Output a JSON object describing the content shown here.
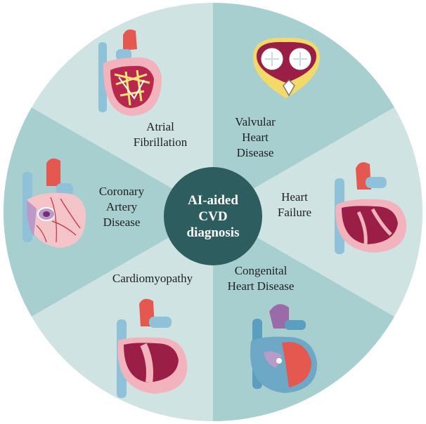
{
  "center": {
    "lines": [
      "AI-aided",
      "CVD",
      "diagnosis"
    ],
    "color": "#2d5d5e"
  },
  "segments": [
    {
      "id": "atrial-fibrillation",
      "lines": [
        "Atrial",
        "Fibrillation"
      ],
      "icon": "heart-atrial-fibrillation-icon"
    },
    {
      "id": "valvular-heart-disease",
      "lines": [
        "Valvular",
        "Heart",
        "Disease"
      ],
      "icon": "heart-valve-icon"
    },
    {
      "id": "heart-failure",
      "lines": [
        "Heart",
        "Failure"
      ],
      "icon": "heart-failure-icon"
    },
    {
      "id": "congenital-heart-disease",
      "lines": [
        "Congenital",
        "Heart Disease"
      ],
      "icon": "heart-congenital-icon"
    },
    {
      "id": "cardiomyopathy",
      "lines": [
        "Cardiomyopathy"
      ],
      "icon": "heart-cardiomyopathy-icon"
    },
    {
      "id": "coronary-artery-disease",
      "lines": [
        "Coronary",
        "Artery",
        "Disease"
      ],
      "icon": "heart-coronary-icon"
    }
  ],
  "colors": {
    "segment_light": "#cfe3e3",
    "segment_dark": "#a7cfcf",
    "heart_red": "#e4584f",
    "heart_pink": "#f2b3bd",
    "heart_maroon": "#9a1e45",
    "vessel_blue": "#8fc2d8",
    "heart_purple": "#b89bc9"
  }
}
